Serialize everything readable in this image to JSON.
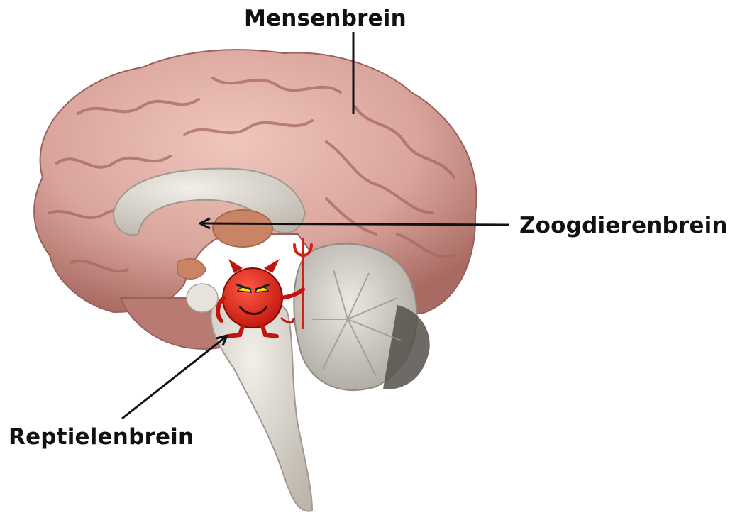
{
  "labels": {
    "top": "Mensenbrein",
    "right": "Zoogdierenbrein",
    "left": "Reptielenbrein"
  },
  "colors": {
    "cortex": "#d9a59c",
    "cortex_shadow": "#a86a63",
    "stem": "#d8d4cc",
    "cerebellum": "#c9c5bd",
    "thalamus": "#c98466",
    "devil": "#e0261d",
    "pointer": "#111111"
  },
  "icons": {
    "mascot": "devil-mascot-icon",
    "trident": "trident-icon"
  }
}
